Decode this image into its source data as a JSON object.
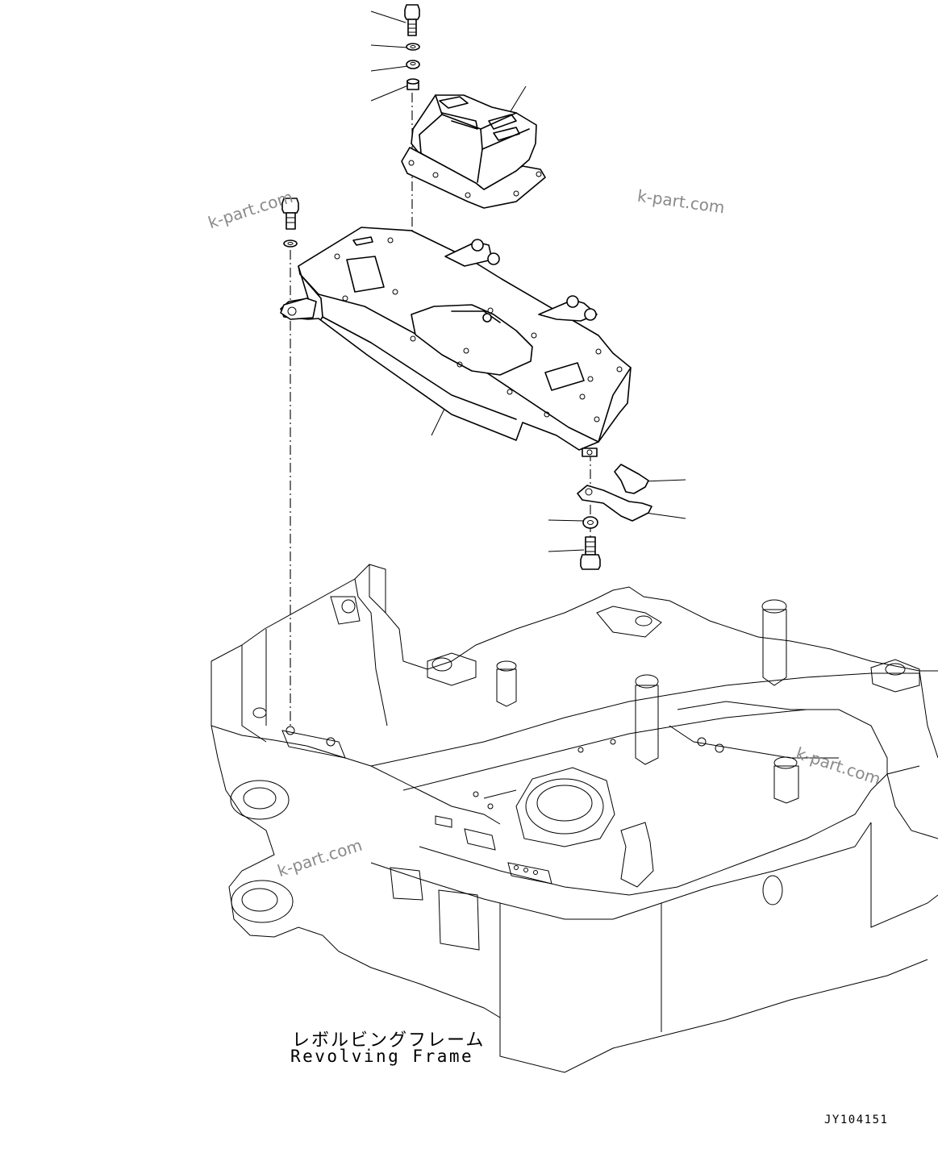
{
  "diagram": {
    "frame_label_jp": "レボルビングフレーム",
    "frame_label_en": "Revolving Frame",
    "drawing_code": "JY104151",
    "watermarks": [
      "k-part.com",
      "k-part.com",
      "k-part.com",
      "k-part.com"
    ]
  }
}
